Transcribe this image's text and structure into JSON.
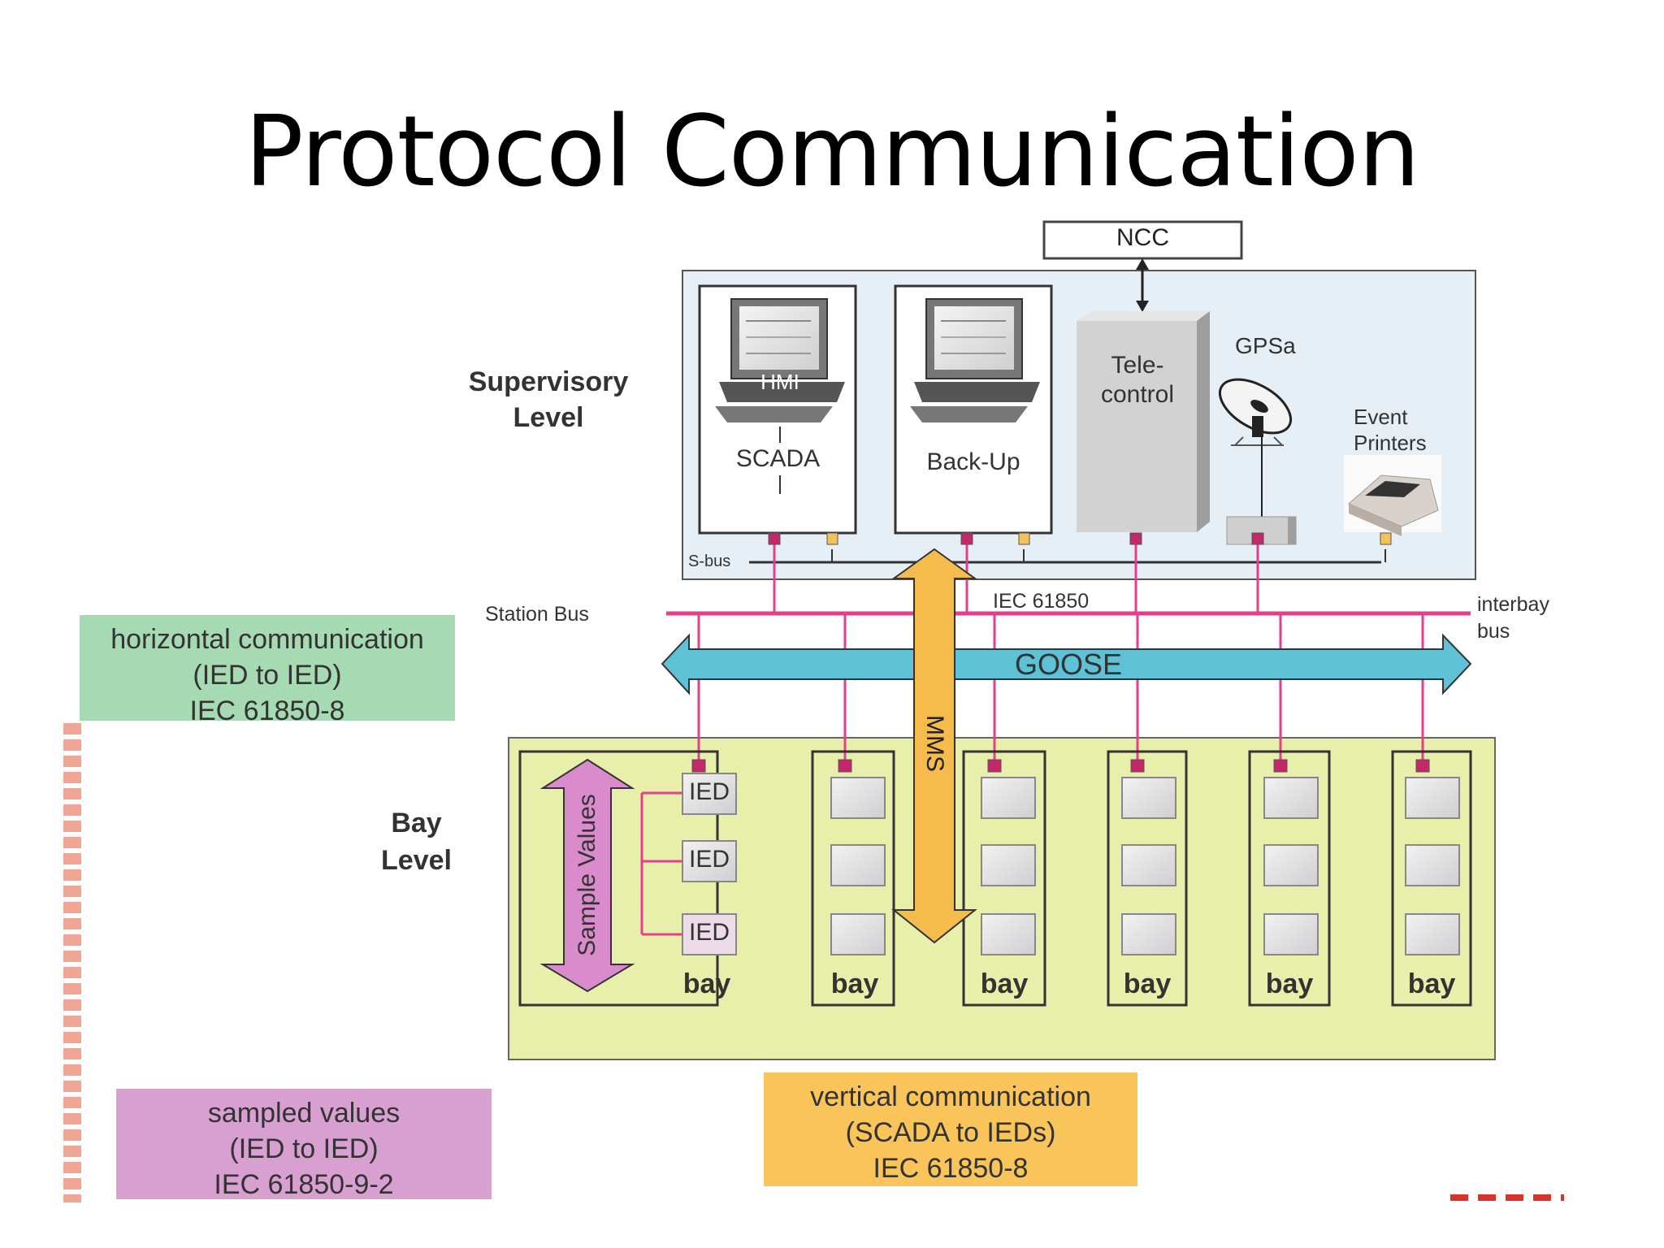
{
  "slide": {
    "title": "Protocol Communication"
  },
  "levels": {
    "supervisory": [
      "Supervisory",
      "Level"
    ],
    "bay": [
      "Bay",
      "Level"
    ]
  },
  "supervisory": {
    "ncc": "NCC",
    "hmi": "HMI",
    "scada": "SCADA",
    "backup": "Back-Up",
    "telecontrol": [
      "Tele-",
      "control"
    ],
    "gps": "GPSa",
    "event_printers": [
      "Event",
      "Printers"
    ],
    "sbus": "S-bus"
  },
  "buses": {
    "station_bus": "Station Bus",
    "iec": "IEC 61850",
    "interbay": [
      "interbay",
      "bus"
    ],
    "goose": "GOOSE",
    "mms": "MMS",
    "sample_values": "Sample Values"
  },
  "bays": {
    "ied_label": "IED",
    "bay_label": "bay"
  },
  "info_boxes": {
    "horizontal": [
      "horizontal communication",
      "(IED to IED)",
      "IEC 61850-8"
    ],
    "sampled": [
      "sampled values",
      "(IED to IED)",
      "IEC 61850-9-2"
    ],
    "vertical": [
      "vertical communication",
      "(SCADA to IEDs)",
      "IEC 61850-8"
    ]
  },
  "colors": {
    "supervisory_panel": "#e6eef6",
    "bay_panel": "#e8efaa",
    "bus_pink": "#e43f8c",
    "goose_arrow": "#5ec1d6",
    "mms_arrow": "#f6bb4d",
    "sample_arrow": "#d98bcc",
    "horizontal_box": "#a6dab2",
    "sampled_box": "#d8a0d0",
    "vertical_box": "#f9c45a"
  }
}
